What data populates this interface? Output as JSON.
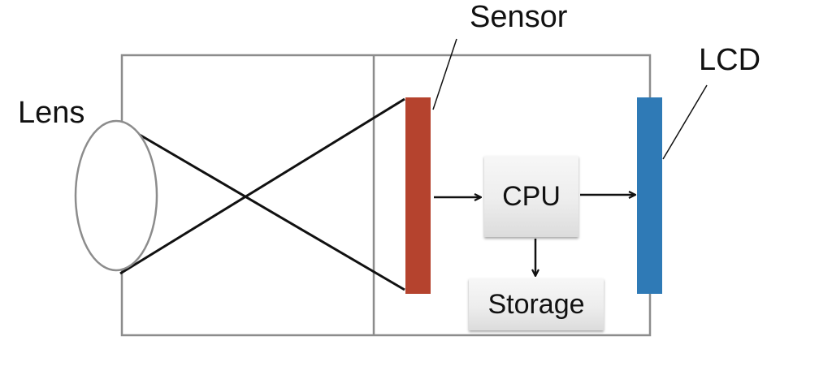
{
  "labels": {
    "lens": "Lens",
    "sensor": "Sensor",
    "lcd": "LCD",
    "cpu": "CPU",
    "storage": "Storage"
  },
  "colors": {
    "sensor": "#b5432e",
    "lcd": "#2f7ab6",
    "frame": "#8c8c8c",
    "lines": "#111111"
  }
}
